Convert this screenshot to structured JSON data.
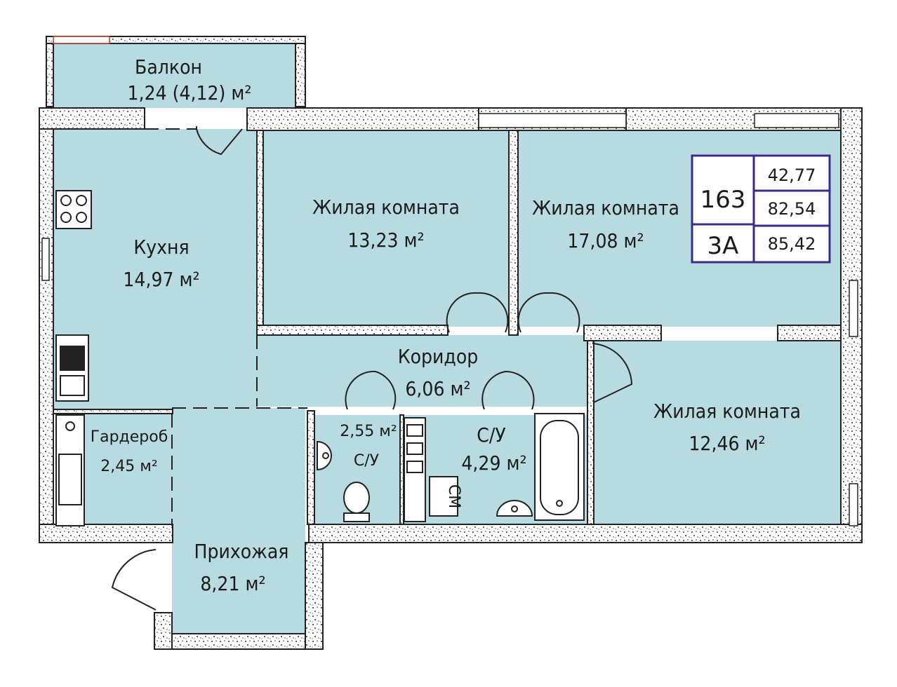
{
  "rooms": {
    "balcony": {
      "name": "Балкон",
      "area": "1,24 (4,12) м²"
    },
    "kitchen": {
      "name": "Кухня",
      "area": "14,97 м²"
    },
    "living1": {
      "name": "Жилая комната",
      "area": "13,23 м²"
    },
    "living2": {
      "name": "Жилая комната",
      "area": "17,08 м²"
    },
    "living3": {
      "name": "Жилая комната",
      "area": "12,46 м²"
    },
    "corridor": {
      "name": "Коридор",
      "area": "6,06 м²"
    },
    "wardrobe": {
      "name": "Гардероб",
      "area": "2,45 м²"
    },
    "bath_small": {
      "name": "С/У",
      "area": "2,55 м²"
    },
    "bath_big": {
      "name": "С/У",
      "area": "4,29 м²"
    },
    "hallway": {
      "name": "Прихожая",
      "area": "8,21 м²"
    },
    "washer_label": "СМ"
  },
  "info_box": {
    "apartment_number": "163",
    "apartment_type": "3А",
    "living_area": "42,77",
    "total_area": "82,54",
    "total_with_balcony": "85,42"
  },
  "colors": {
    "room_fill": "#b7dbe0",
    "wall": "#222222",
    "info_border": "#3a2a8a"
  }
}
